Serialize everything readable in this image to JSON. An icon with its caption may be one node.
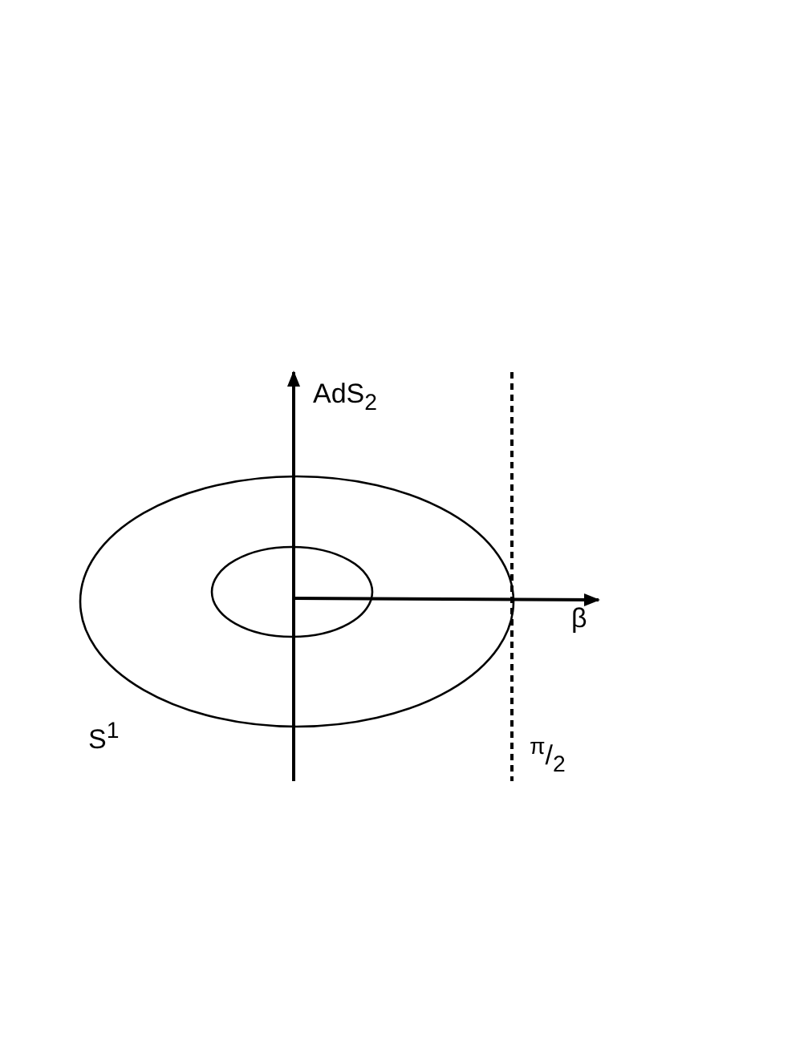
{
  "diagram": {
    "labels": [
      "AdS$_{2}$",
      "β",
      "S$^{1}$",
      "$^{π}$/$_{2}$"
    ]
  }
}
